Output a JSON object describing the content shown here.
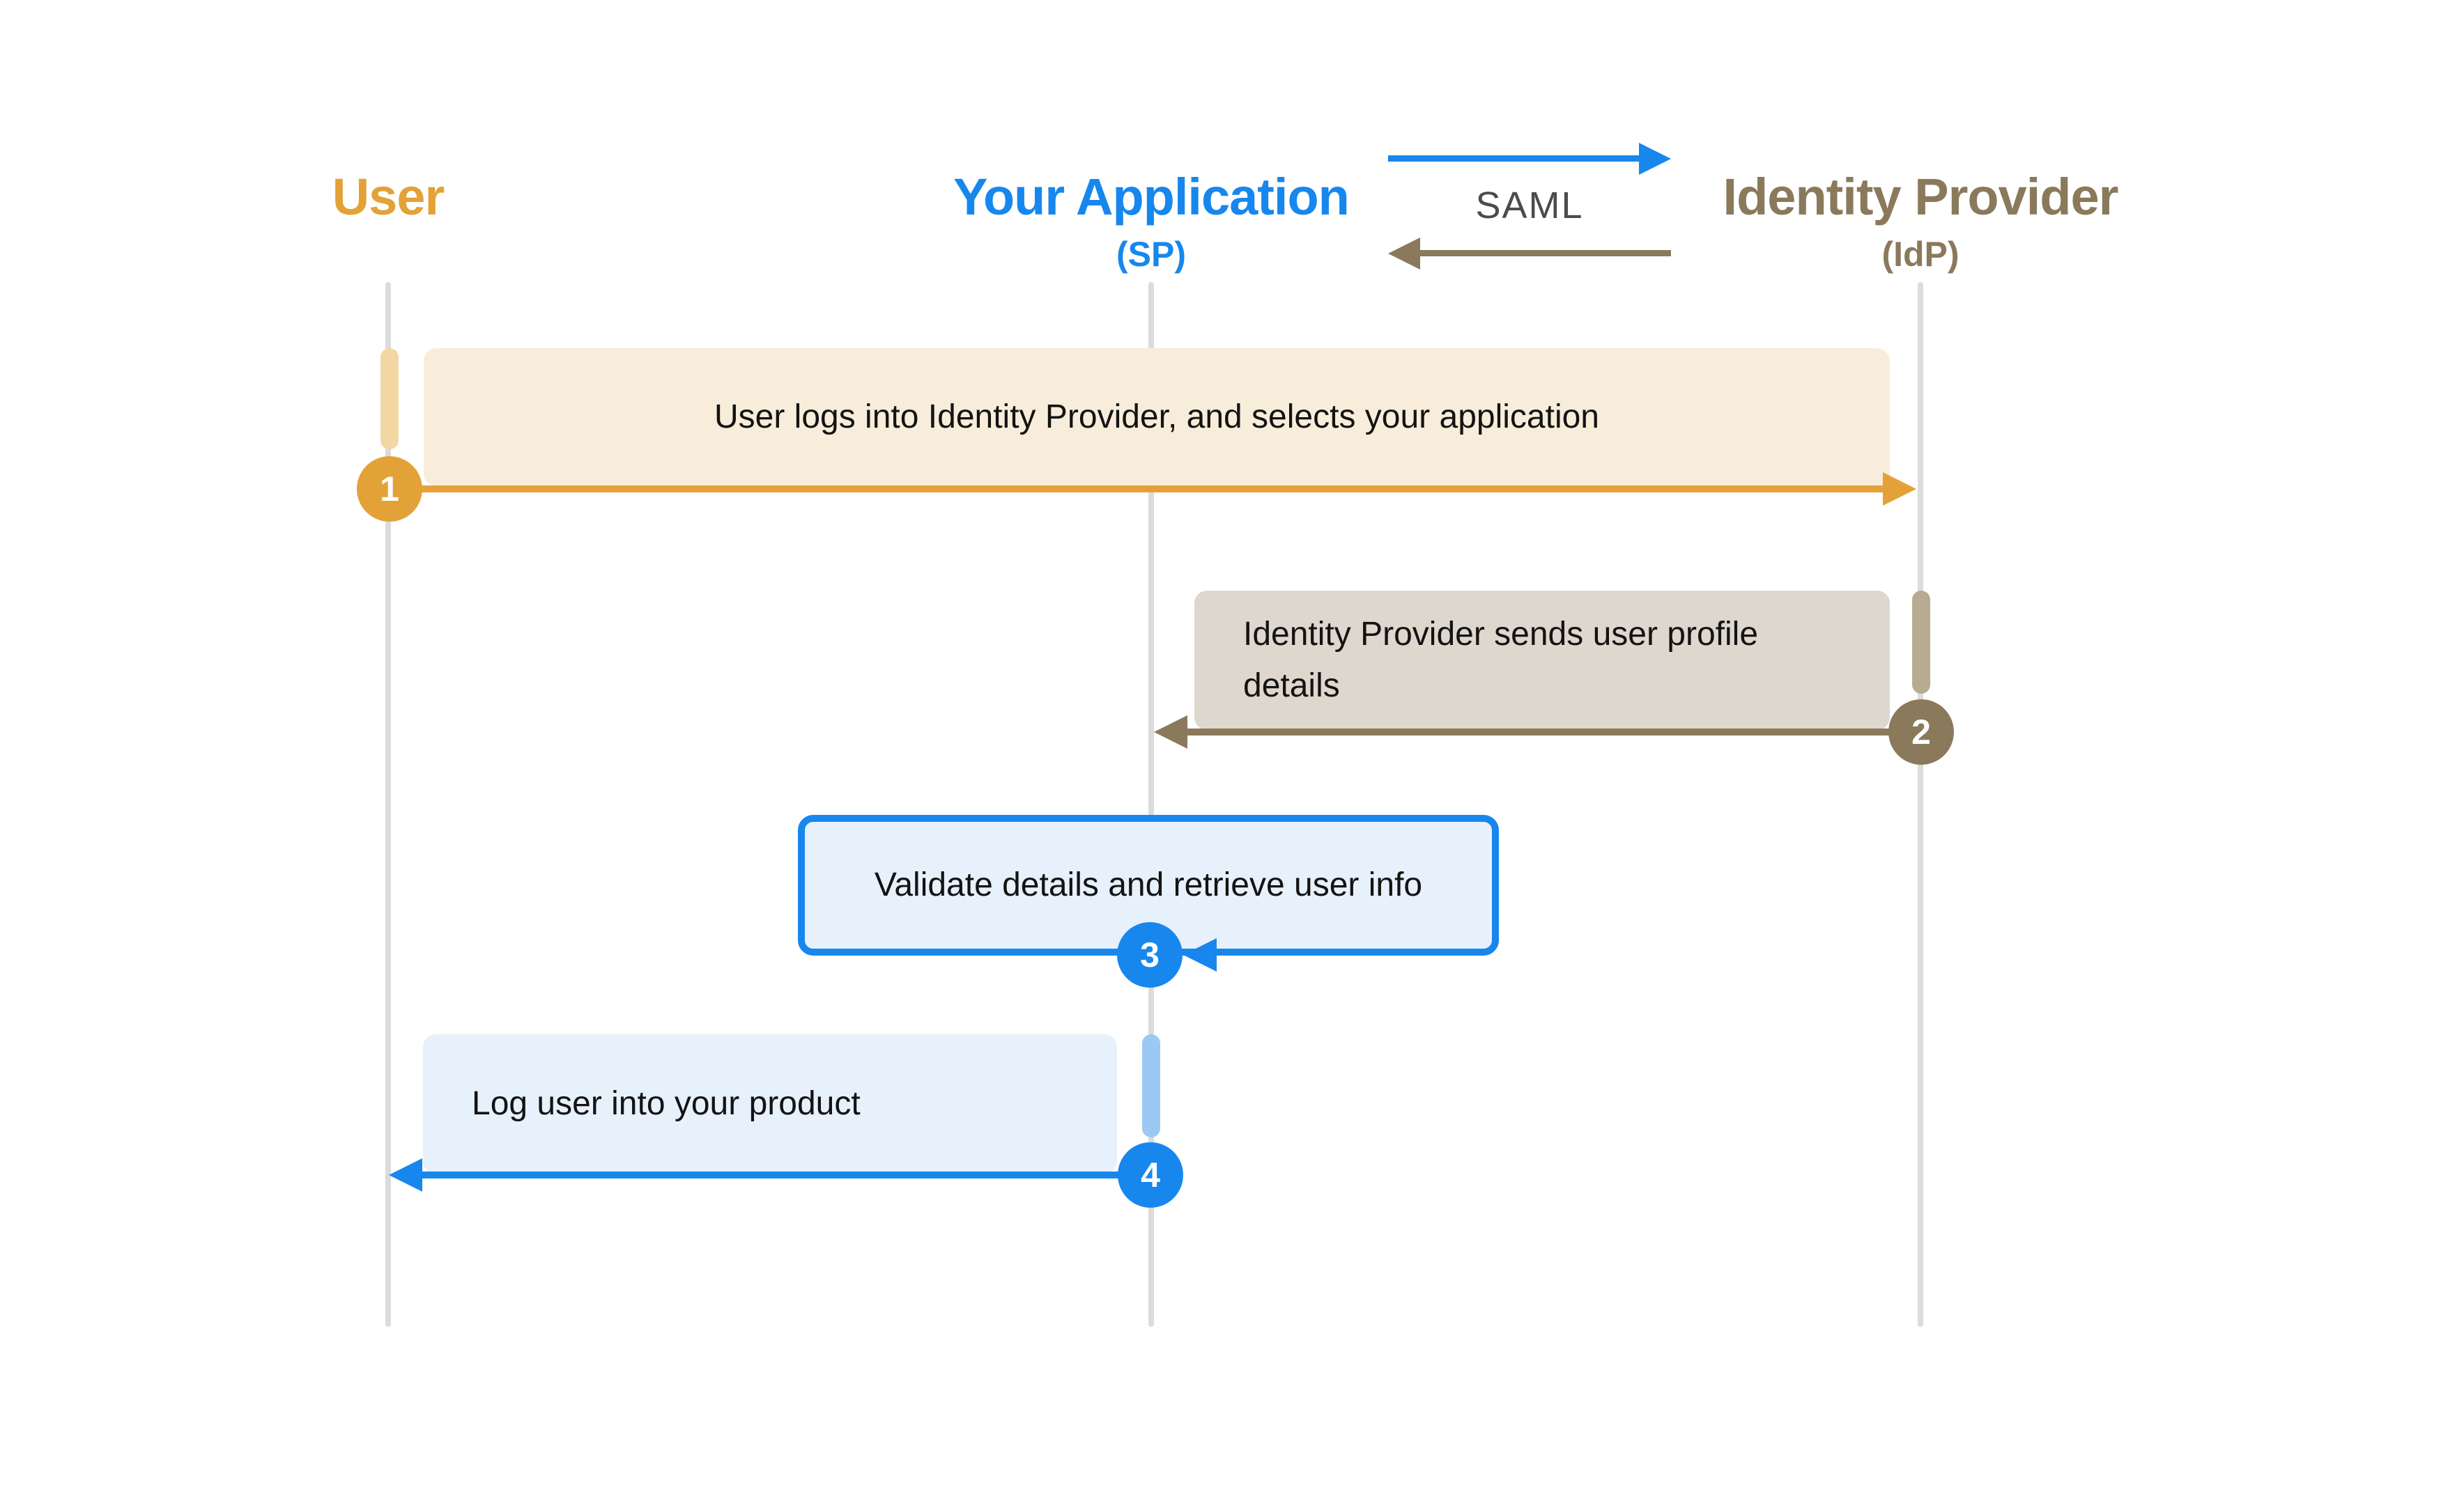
{
  "actors": [
    {
      "name": "User",
      "subtitle": ""
    },
    {
      "name": "Your Application",
      "subtitle": "(SP)"
    },
    {
      "name": "Identity Provider",
      "subtitle": "(IdP)"
    }
  ],
  "legend": {
    "label": "SAML"
  },
  "steps": [
    {
      "number": "1",
      "label": "User logs into Identity Provider, and selects your application",
      "from": "User",
      "to": "Identity Provider"
    },
    {
      "number": "2",
      "label": "Identity Provider sends user profile details",
      "from": "Identity Provider",
      "to": "Your Application"
    },
    {
      "number": "3",
      "label": "Validate details and retrieve user info",
      "from": "Your Application",
      "to": "Your Application"
    },
    {
      "number": "4",
      "label": "Log user into your product",
      "from": "Your Application",
      "to": "User"
    }
  ],
  "colors": {
    "gold": "#E3A237",
    "goldLight": "#F2D7A3",
    "cream": "#F8EDDA",
    "brown": "#8A795B",
    "brownBar": "#B8AB92",
    "brownBox": "#DED7CD",
    "blue": "#1787EE",
    "blueBar": "#9CC9F3",
    "blueBox": "#E7F1FB",
    "lifeline": "#DCDCDC",
    "samlText": "#4B4B4B",
    "text": "#131313"
  }
}
